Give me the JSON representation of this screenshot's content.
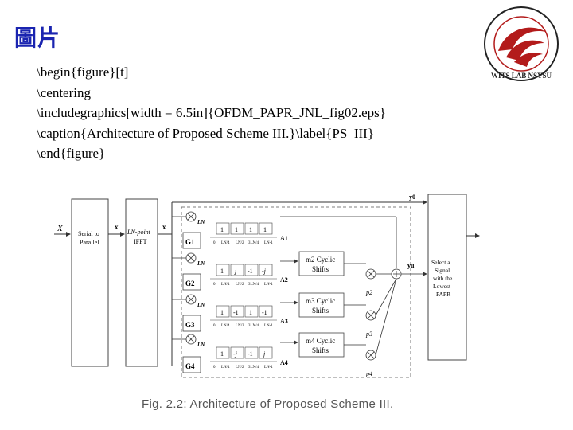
{
  "slide": {
    "title": "圖片",
    "logo_text": "WITS LAB NSYSU"
  },
  "latex_lines": [
    "\\begin{figure}[t]",
    "\\centering",
    "\\includegraphics[width = 6.5in]{OFDM_PAPR_JNL_fig02.eps}",
    "\\caption{Architecture of Proposed Scheme III.}\\label{PS_III}",
    "\\end{figure}"
  ],
  "diagram": {
    "input_label": "X",
    "sp_label_1": "Serial to",
    "sp_label_2": "Parallel",
    "x_label": "x",
    "ifft_label_1": "LN-point",
    "ifft_label_2": "IFFT",
    "x_out_label": "x",
    "ln_label": "LN",
    "y0_label": "y0",
    "yu_label": "yu",
    "branches": [
      {
        "g_label": "G1",
        "a_label": "A1",
        "phases": [
          "1",
          "1",
          "1",
          "1"
        ]
      },
      {
        "g_label": "G2",
        "a_label": "A2",
        "phases": [
          "1",
          "j",
          "-1",
          "-j"
        ]
      },
      {
        "g_label": "G3",
        "a_label": "A3",
        "phases": [
          "1",
          "-1",
          "1",
          "-1"
        ]
      },
      {
        "g_label": "G4",
        "a_label": "A4",
        "phases": [
          "1",
          "-j",
          "-1",
          "j"
        ]
      }
    ],
    "offsets": [
      "0",
      "LN/4",
      "LN/2",
      "3LN/4",
      "LN-1"
    ],
    "shifts": [
      {
        "label_1": "m2 Cyclic",
        "label_2": "Shifts",
        "p_label": "p2"
      },
      {
        "label_1": "m3 Cyclic",
        "label_2": "Shifts",
        "p_label": "p3"
      },
      {
        "label_1": "m4 Cyclic",
        "label_2": "Shifts",
        "p_label": "p4"
      }
    ],
    "select_lines": [
      "Select a",
      "Signal",
      "with the",
      "Lowest",
      "PAPR"
    ]
  },
  "figure_caption": "Fig. 2.2: Architecture of Proposed Scheme III.",
  "colors": {
    "title": "#1a24b0",
    "logo_red": "#b31b1b"
  }
}
